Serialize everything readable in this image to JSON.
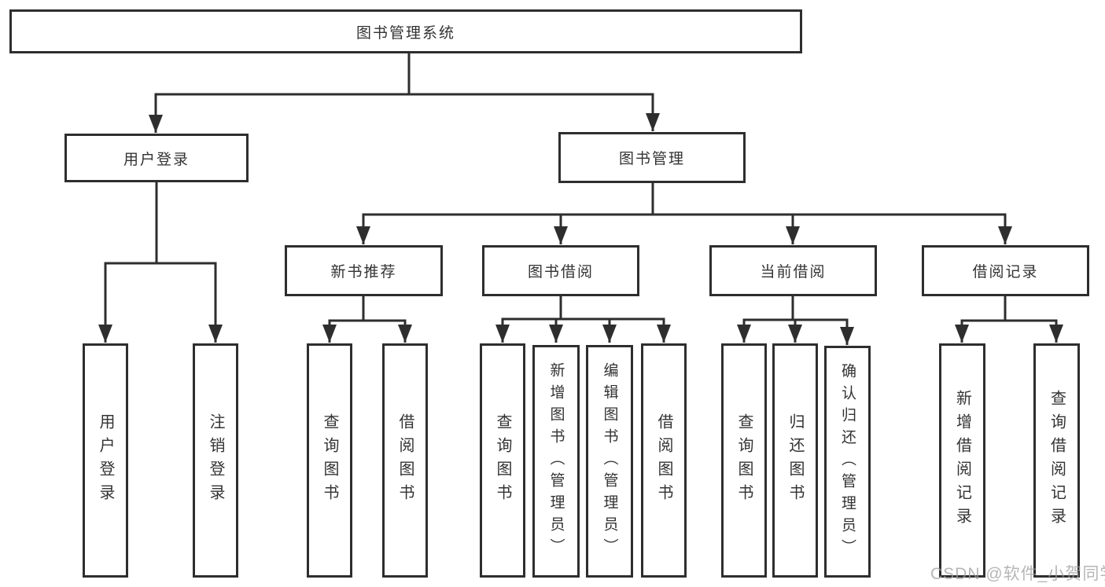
{
  "diagram_title": "图书管理系统",
  "tree": {
    "root": {
      "label": "图书管理系统",
      "children": [
        {
          "label": "用户登录",
          "children": [
            {
              "label": "用户登录"
            },
            {
              "label": "注销登录"
            }
          ]
        },
        {
          "label": "图书管理",
          "children": [
            {
              "label": "新书推荐",
              "children": [
                {
                  "label": "查询图书"
                },
                {
                  "label": "借阅图书"
                }
              ]
            },
            {
              "label": "图书借阅",
              "children": [
                {
                  "label": "查询图书"
                },
                {
                  "label": "新增图书（管理员）"
                },
                {
                  "label": "编辑图书（管理员）"
                },
                {
                  "label": "借阅图书"
                }
              ]
            },
            {
              "label": "当前借阅",
              "children": [
                {
                  "label": "查询图书"
                },
                {
                  "label": "归还图书"
                },
                {
                  "label": "确认归还（管理员）"
                }
              ]
            },
            {
              "label": "借阅记录",
              "children": [
                {
                  "label": "新增借阅记录"
                },
                {
                  "label": "查询借阅记录"
                }
              ]
            }
          ]
        }
      ]
    }
  },
  "watermark": {
    "text": "CSDN @软件_小贺同学"
  },
  "colors": {
    "line": "#2e2e2e",
    "text": "#333333",
    "background": "#ffffff",
    "watermark": "#9e9e9e"
  }
}
